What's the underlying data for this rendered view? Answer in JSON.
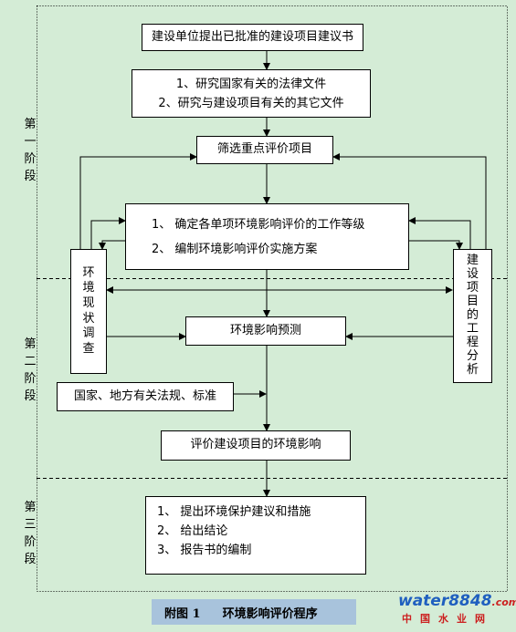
{
  "stages": {
    "stage1": "第一阶段",
    "stage2": "第二阶段",
    "stage3": "第三阶段"
  },
  "nodes": {
    "proposal": "建设单位提出已批准的建设项目建议书",
    "study_line1": "1、研究国家有关的法律文件",
    "study_line2": "2、研究与建设项目有关的其它文件",
    "screening": "筛选重点评价项目",
    "grade_line1": "1、 确定各单项环境影响评价的工作等级",
    "grade_line2": "2、 编制环境影响评价实施方案",
    "survey": "环境现状调查",
    "engineering": "建设项目的工程分析",
    "prediction": "环境影响预测",
    "regulations": "国家、地方有关法规、标准",
    "evaluation": "评价建设项目的环境影响",
    "final_line1": "1、 提出环境保护建议和措施",
    "final_line2": "2、 给出结论",
    "final_line3": "3、 报告书的编制"
  },
  "caption": {
    "label": "附图 1",
    "title": "环境影响评价程序"
  },
  "watermark": {
    "top": "water8848",
    "domain": ".com",
    "bottom": "中国水业网"
  },
  "colors": {
    "background": "#d4ecd6",
    "caption_bar": "#a8c3dc",
    "logo_blue": "#1f5fbf",
    "logo_red": "#cc1f1f"
  }
}
